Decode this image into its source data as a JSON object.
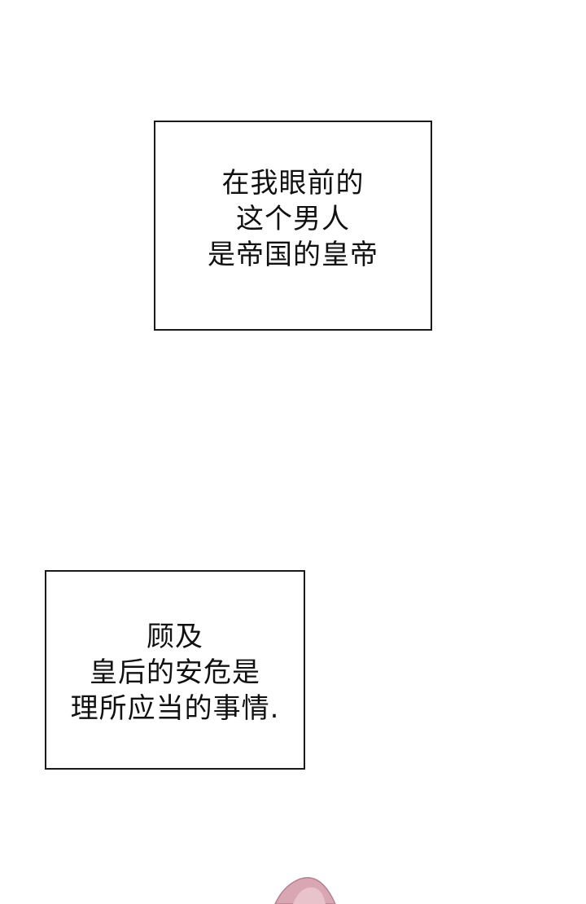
{
  "captions": [
    {
      "lines": [
        "在我眼前的",
        "这个男人",
        "是帝国的皇帝"
      ]
    },
    {
      "lines": [
        "顾及",
        "皇后的安危是",
        "理所应当的事情."
      ]
    }
  ],
  "colors": {
    "background": "#ffffff",
    "border": "#1a1a1a",
    "text": "#111111",
    "art_fragment": "#d9a7b3"
  }
}
